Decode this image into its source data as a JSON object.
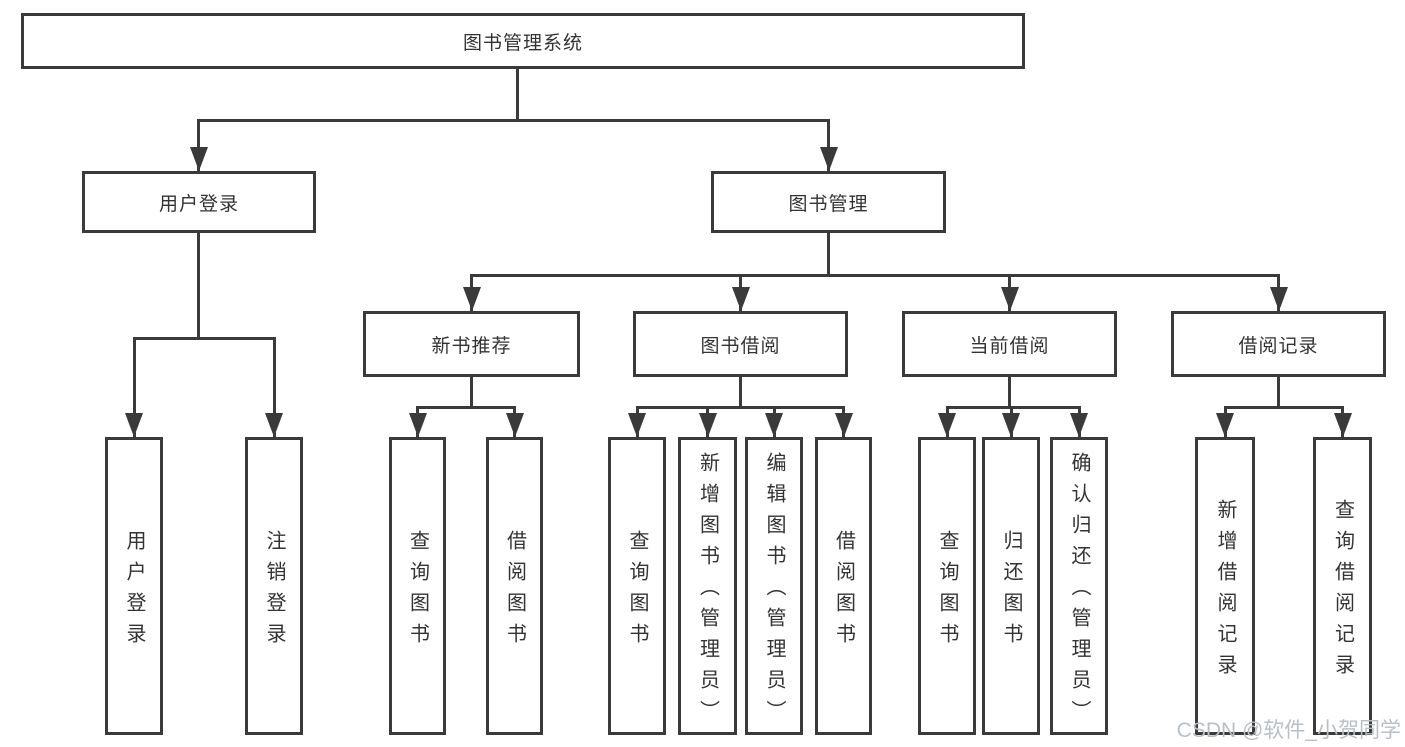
{
  "diagram": {
    "root": {
      "label": "图书管理系统"
    },
    "level2": {
      "user_login": {
        "label": "用户登录"
      },
      "book_mgmt": {
        "label": "图书管理"
      }
    },
    "level3": {
      "new_book_rec": {
        "label": "新书推荐"
      },
      "book_borrow": {
        "label": "图书借阅"
      },
      "current_borrow": {
        "label": "当前借阅"
      },
      "borrow_record": {
        "label": "借阅记录"
      }
    },
    "leaves": {
      "user_login": {
        "label": "用户登录"
      },
      "logout": {
        "label": "注销登录"
      },
      "nb_query_book": {
        "label": "查询图书"
      },
      "nb_borrow_book": {
        "label": "借阅图书"
      },
      "bb_query_book": {
        "label": "查询图书"
      },
      "bb_add_book": {
        "label": "新增图书（管理员）"
      },
      "bb_edit_book": {
        "label": "编辑图书（管理员）"
      },
      "bb_borrow_book": {
        "label": "借阅图书"
      },
      "cb_query_book": {
        "label": "查询图书"
      },
      "cb_return_book": {
        "label": "归还图书"
      },
      "cb_confirm_return": {
        "label": "确认归还（管理员）"
      },
      "br_add_record": {
        "label": "新增借阅记录"
      },
      "br_query_record": {
        "label": "查询借阅记录"
      }
    },
    "watermark": {
      "text": "CSDN @软件_小贺同学"
    },
    "colors": {
      "line": "#3a3a3a",
      "text": "#333333",
      "background": "#ffffff",
      "watermark": "#b9bfc6"
    }
  }
}
